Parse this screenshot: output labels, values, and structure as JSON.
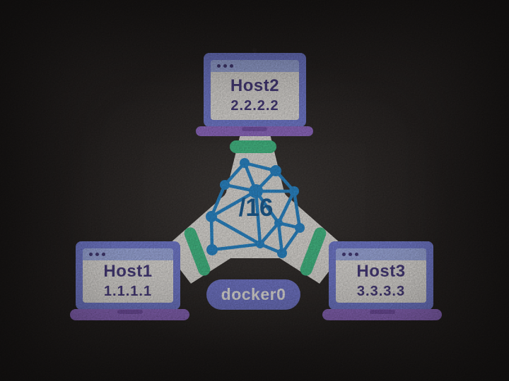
{
  "title": "docker0 bridge multi-host network diagram",
  "network": {
    "cidr_label": "/16",
    "bridge_label": "docker0"
  },
  "hosts": [
    {
      "name": "Host1",
      "ip": "1.1.1.1"
    },
    {
      "name": "Host2",
      "ip": "2.2.2.2"
    },
    {
      "name": "Host3",
      "ip": "3.3.3.3"
    }
  ],
  "icons": {
    "window_dots": "window-dots-icon",
    "camera": "camera-dot-icon",
    "mesh": "network-mesh-icon"
  },
  "colors": {
    "background": "#282423",
    "beam": "#e9e6e1",
    "mesh_blue": "#2e8ed2",
    "cidr_text": "#1f639b",
    "frame_blue": "#7a83da",
    "titlebar_blue": "#a7b4ea",
    "screen": "#ebe8e4",
    "host_text": "#4d4083",
    "base_purple": "#9770cb",
    "notch_purple": "#7e58b0",
    "connector_green": "#49c58d",
    "pill_purple": "#7b80d8",
    "pill_text": "#f7f5f1"
  },
  "mesh": {
    "nodes": [
      [
        346,
        231,
        7
      ],
      [
        390,
        242,
        8
      ],
      [
        318,
        262,
        7
      ],
      [
        362,
        271,
        10
      ],
      [
        416,
        271,
        7
      ],
      [
        299,
        307,
        8
      ],
      [
        394,
        316,
        6
      ],
      [
        424,
        323,
        7
      ],
      [
        300,
        354,
        8
      ],
      [
        368,
        346,
        6
      ],
      [
        399,
        359,
        7
      ]
    ],
    "edges": [
      [
        0,
        1
      ],
      [
        0,
        2
      ],
      [
        0,
        3
      ],
      [
        1,
        3
      ],
      [
        1,
        4
      ],
      [
        2,
        3
      ],
      [
        2,
        5
      ],
      [
        3,
        4
      ],
      [
        3,
        5
      ],
      [
        3,
        6
      ],
      [
        3,
        9
      ],
      [
        4,
        6
      ],
      [
        4,
        7
      ],
      [
        5,
        8
      ],
      [
        5,
        9
      ],
      [
        6,
        7
      ],
      [
        6,
        9
      ],
      [
        6,
        10
      ],
      [
        7,
        10
      ],
      [
        8,
        9
      ],
      [
        9,
        10
      ]
    ]
  }
}
